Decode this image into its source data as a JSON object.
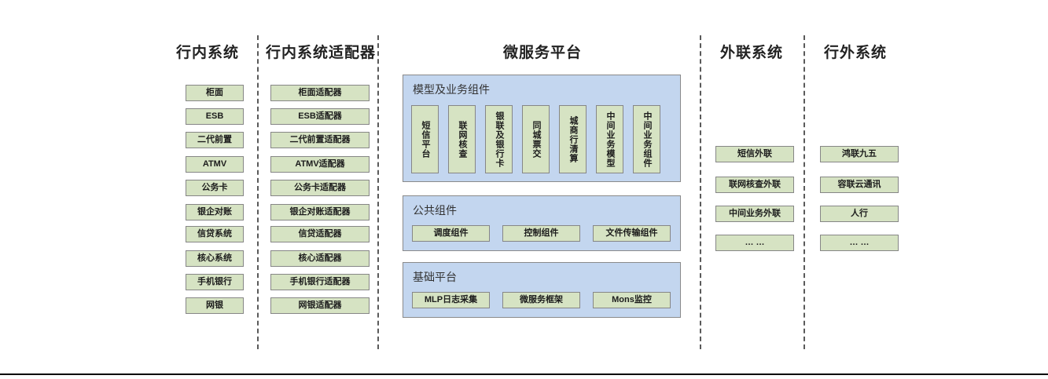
{
  "columns": {
    "internal_systems": {
      "title": "行内系统",
      "items": [
        "柜面",
        "ESB",
        "二代前置",
        "ATMV",
        "公务卡",
        "银企对账",
        "信贷系统",
        "核心系统",
        "手机银行",
        "网银"
      ]
    },
    "internal_adapters": {
      "title": "行内系统适配器",
      "items": [
        "柜面适配器",
        "ESB适配器",
        "二代前置适配器",
        "ATMV适配器",
        "公务卡适配器",
        "银企对账适配器",
        "信贷适配器",
        "核心适配器",
        "手机银行适配器",
        "网银适配器"
      ]
    },
    "microservice_platform": {
      "title": "微服务平台",
      "groups": [
        {
          "label": "模型及业务组件",
          "orientation": "vertical",
          "items": [
            "短信平台",
            "联网核查",
            "银联及银行卡",
            "同城票交",
            "城商行清算",
            "中间业务模型",
            "中间业务组件"
          ]
        },
        {
          "label": "公共组件",
          "orientation": "horizontal",
          "items": [
            "调度组件",
            "控制组件",
            "文件传输组件"
          ]
        },
        {
          "label": "基础平台",
          "orientation": "horizontal",
          "items": [
            "MLP日志采集",
            "微服务框架",
            "Mons监控"
          ]
        }
      ]
    },
    "external_link_systems": {
      "title": "外联系统",
      "items": [
        "短信外联",
        "联网核查外联",
        "中间业务外联",
        "… …"
      ]
    },
    "outside_bank_systems": {
      "title": "行外系统",
      "items": [
        "鸿联九五",
        "容联云通讯",
        "人行",
        "… …"
      ]
    }
  },
  "colors": {
    "node_fill": "#d6e3c3",
    "node_border": "#868686",
    "panel_fill": "#c3d6ef",
    "panel_border": "#8a8a8a",
    "divider": "#5a5a5a",
    "title_text": "#222222"
  }
}
